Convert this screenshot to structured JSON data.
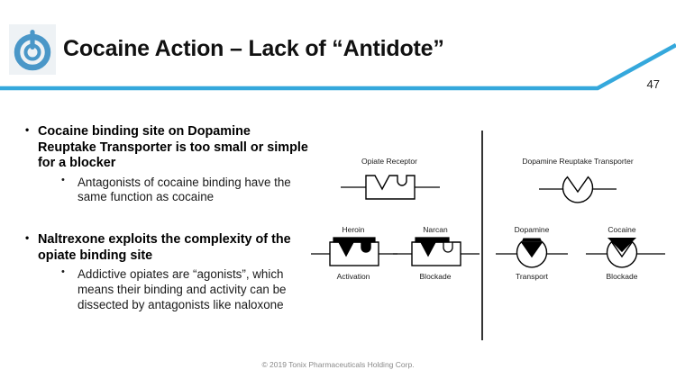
{
  "slide": {
    "title": "Cocaine Action – Lack of “Antidote”",
    "page_number": "47",
    "footer": "© 2019 Tonix Pharmaceuticals Holding Corp.",
    "accent_color": "#35A8DC",
    "logo_bg_color": "#eef2f5"
  },
  "bullets": [
    {
      "level1": "Cocaine binding site on Dopamine Reuptake Transporter is too small or simple for a blocker",
      "level2": "Antagonists of cocaine binding have the same function as cocaine"
    },
    {
      "level1": "Naltrexone exploits the complexity of the opiate binding site",
      "level2": "Addictive opiates are “agonists”, which means their binding and activity can be dissected by antagonists like naloxone"
    }
  ],
  "figure": {
    "left_panel": {
      "receptor_label": "Opiate Receptor",
      "items": [
        {
          "ligand": "Heroin",
          "outcome": "Activation"
        },
        {
          "ligand": "Narcan",
          "outcome": "Blockade"
        }
      ]
    },
    "right_panel": {
      "receptor_label": "Dopamine Reuptake Transporter",
      "items": [
        {
          "ligand": "Dopamine",
          "outcome": "Transport"
        },
        {
          "ligand": "Cocaine",
          "outcome": "Blockade"
        }
      ]
    }
  }
}
